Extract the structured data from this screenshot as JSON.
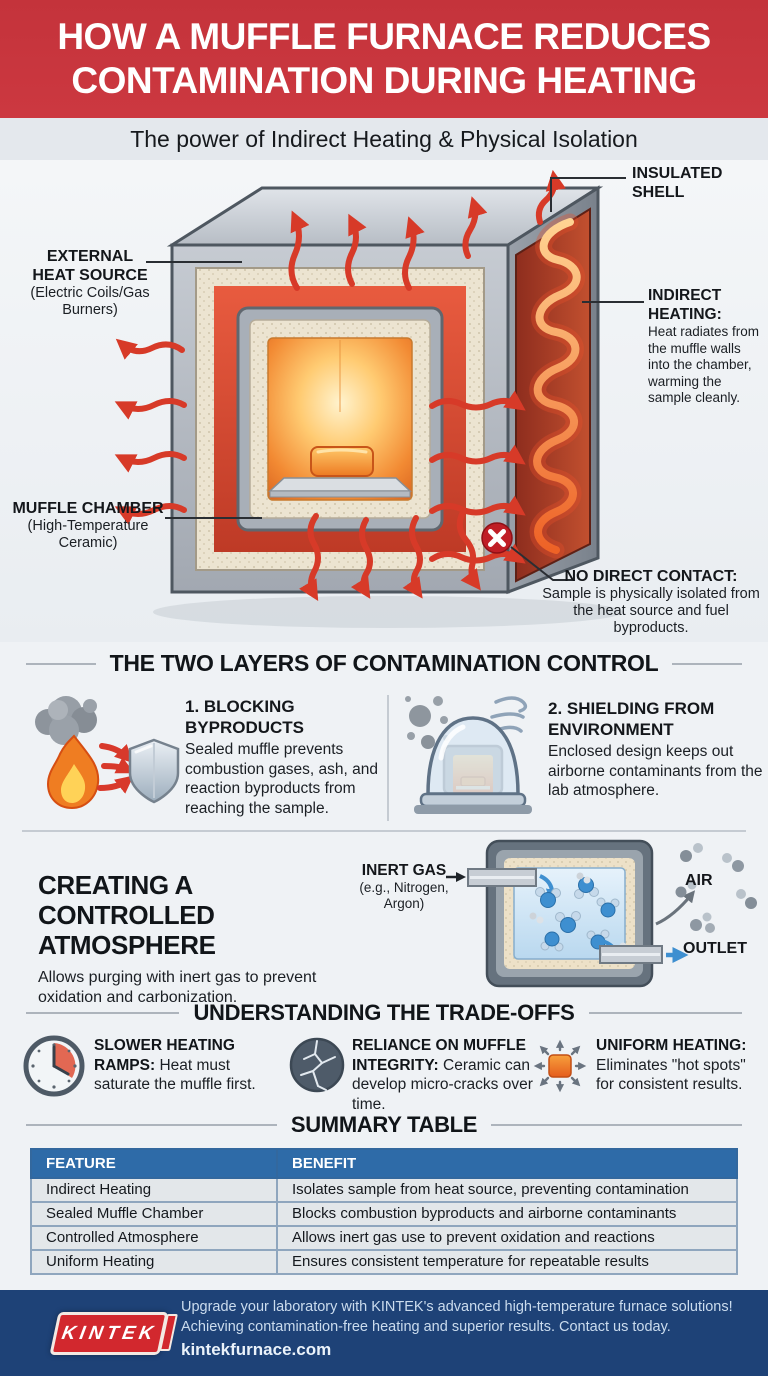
{
  "header": {
    "title_line1": "HOW A MUFFLE FURNACE REDUCES",
    "title_line2": "CONTAMINATION DURING HEATING",
    "subtitle": "The power of Indirect Heating & Physical Isolation"
  },
  "diagram": {
    "insulated_shell": "INSULATED SHELL",
    "external_heat_source": {
      "title": "EXTERNAL\nHEAT SOURCE",
      "sub": "(Electric Coils/Gas\nBurners)"
    },
    "muffle_chamber": {
      "title": "MUFFLE CHAMBER",
      "sub": "(High-Temperature\nCeramic)"
    },
    "indirect_heating": {
      "title": "INDIRECT\nHEATING:",
      "desc": "Heat radiates from the muffle walls into the chamber, warming the sample cleanly."
    },
    "no_direct_contact": {
      "title": "NO DIRECT CONTACT:",
      "desc": "Sample is physically isolated from the heat source and fuel byproducts."
    }
  },
  "two_layers": {
    "heading": "THE TWO LAYERS OF CONTAMINATION CONTROL",
    "items": [
      {
        "title": "1. BLOCKING BYPRODUCTS",
        "desc": "Sealed muffle prevents combustion gases, ash, and reaction byproducts from reaching the sample."
      },
      {
        "title": "2. SHIELDING FROM ENVIRONMENT",
        "desc": "Enclosed design keeps out airborne contaminants from the lab atmosphere."
      }
    ]
  },
  "atmosphere": {
    "heading": "CREATING A CONTROLLED\nATMOSPHERE",
    "desc": "Allows purging with inert gas to prevent oxidation and carbonization.",
    "inert_gas": {
      "title": "INERT GAS",
      "sub": "(e.g., Nitrogen,\nArgon)"
    },
    "air_label": "AIR",
    "outlet_label": "OUTLET"
  },
  "trade_offs": {
    "heading": "UNDERSTANDING THE TRADE-OFFS",
    "items": [
      {
        "title": "SLOWER HEATING RAMPS:",
        "desc": "Heat must saturate the muffle first."
      },
      {
        "title": "RELIANCE ON MUFFLE INTEGRITY:",
        "desc": "Ceramic can develop micro-cracks over time."
      },
      {
        "title": "UNIFORM HEATING:",
        "desc": "Eliminates \"hot spots\" for consistent results."
      }
    ]
  },
  "summary_table": {
    "heading": "SUMMARY TABLE",
    "columns": [
      "FEATURE",
      "BENEFIT"
    ],
    "rows": [
      [
        "Indirect Heating",
        "Isolates sample from heat source, preventing contamination"
      ],
      [
        "Sealed Muffle Chamber",
        "Blocks combustion byproducts and airborne contaminants"
      ],
      [
        "Controlled Atmosphere",
        "Allows inert gas use to prevent oxidation and reactions"
      ],
      [
        "Uniform Heating",
        "Ensures consistent temperature for repeatable results"
      ]
    ]
  },
  "footer": {
    "logo": "KINTEK",
    "line1": "Upgrade your laboratory with KINTEK's advanced high-temperature furnace solutions!",
    "line2": "Achieving contamination-free heating and superior results. Contact us today.",
    "website": "kintekfurnace.com"
  },
  "colors": {
    "banner_red": "#C4333B",
    "table_header_blue": "#2E6BA8",
    "footer_blue": "#1E4277",
    "logo_red": "#D2282E",
    "arrow_red": "#D73A28",
    "chamber_glow_orange": "#F28A33"
  }
}
